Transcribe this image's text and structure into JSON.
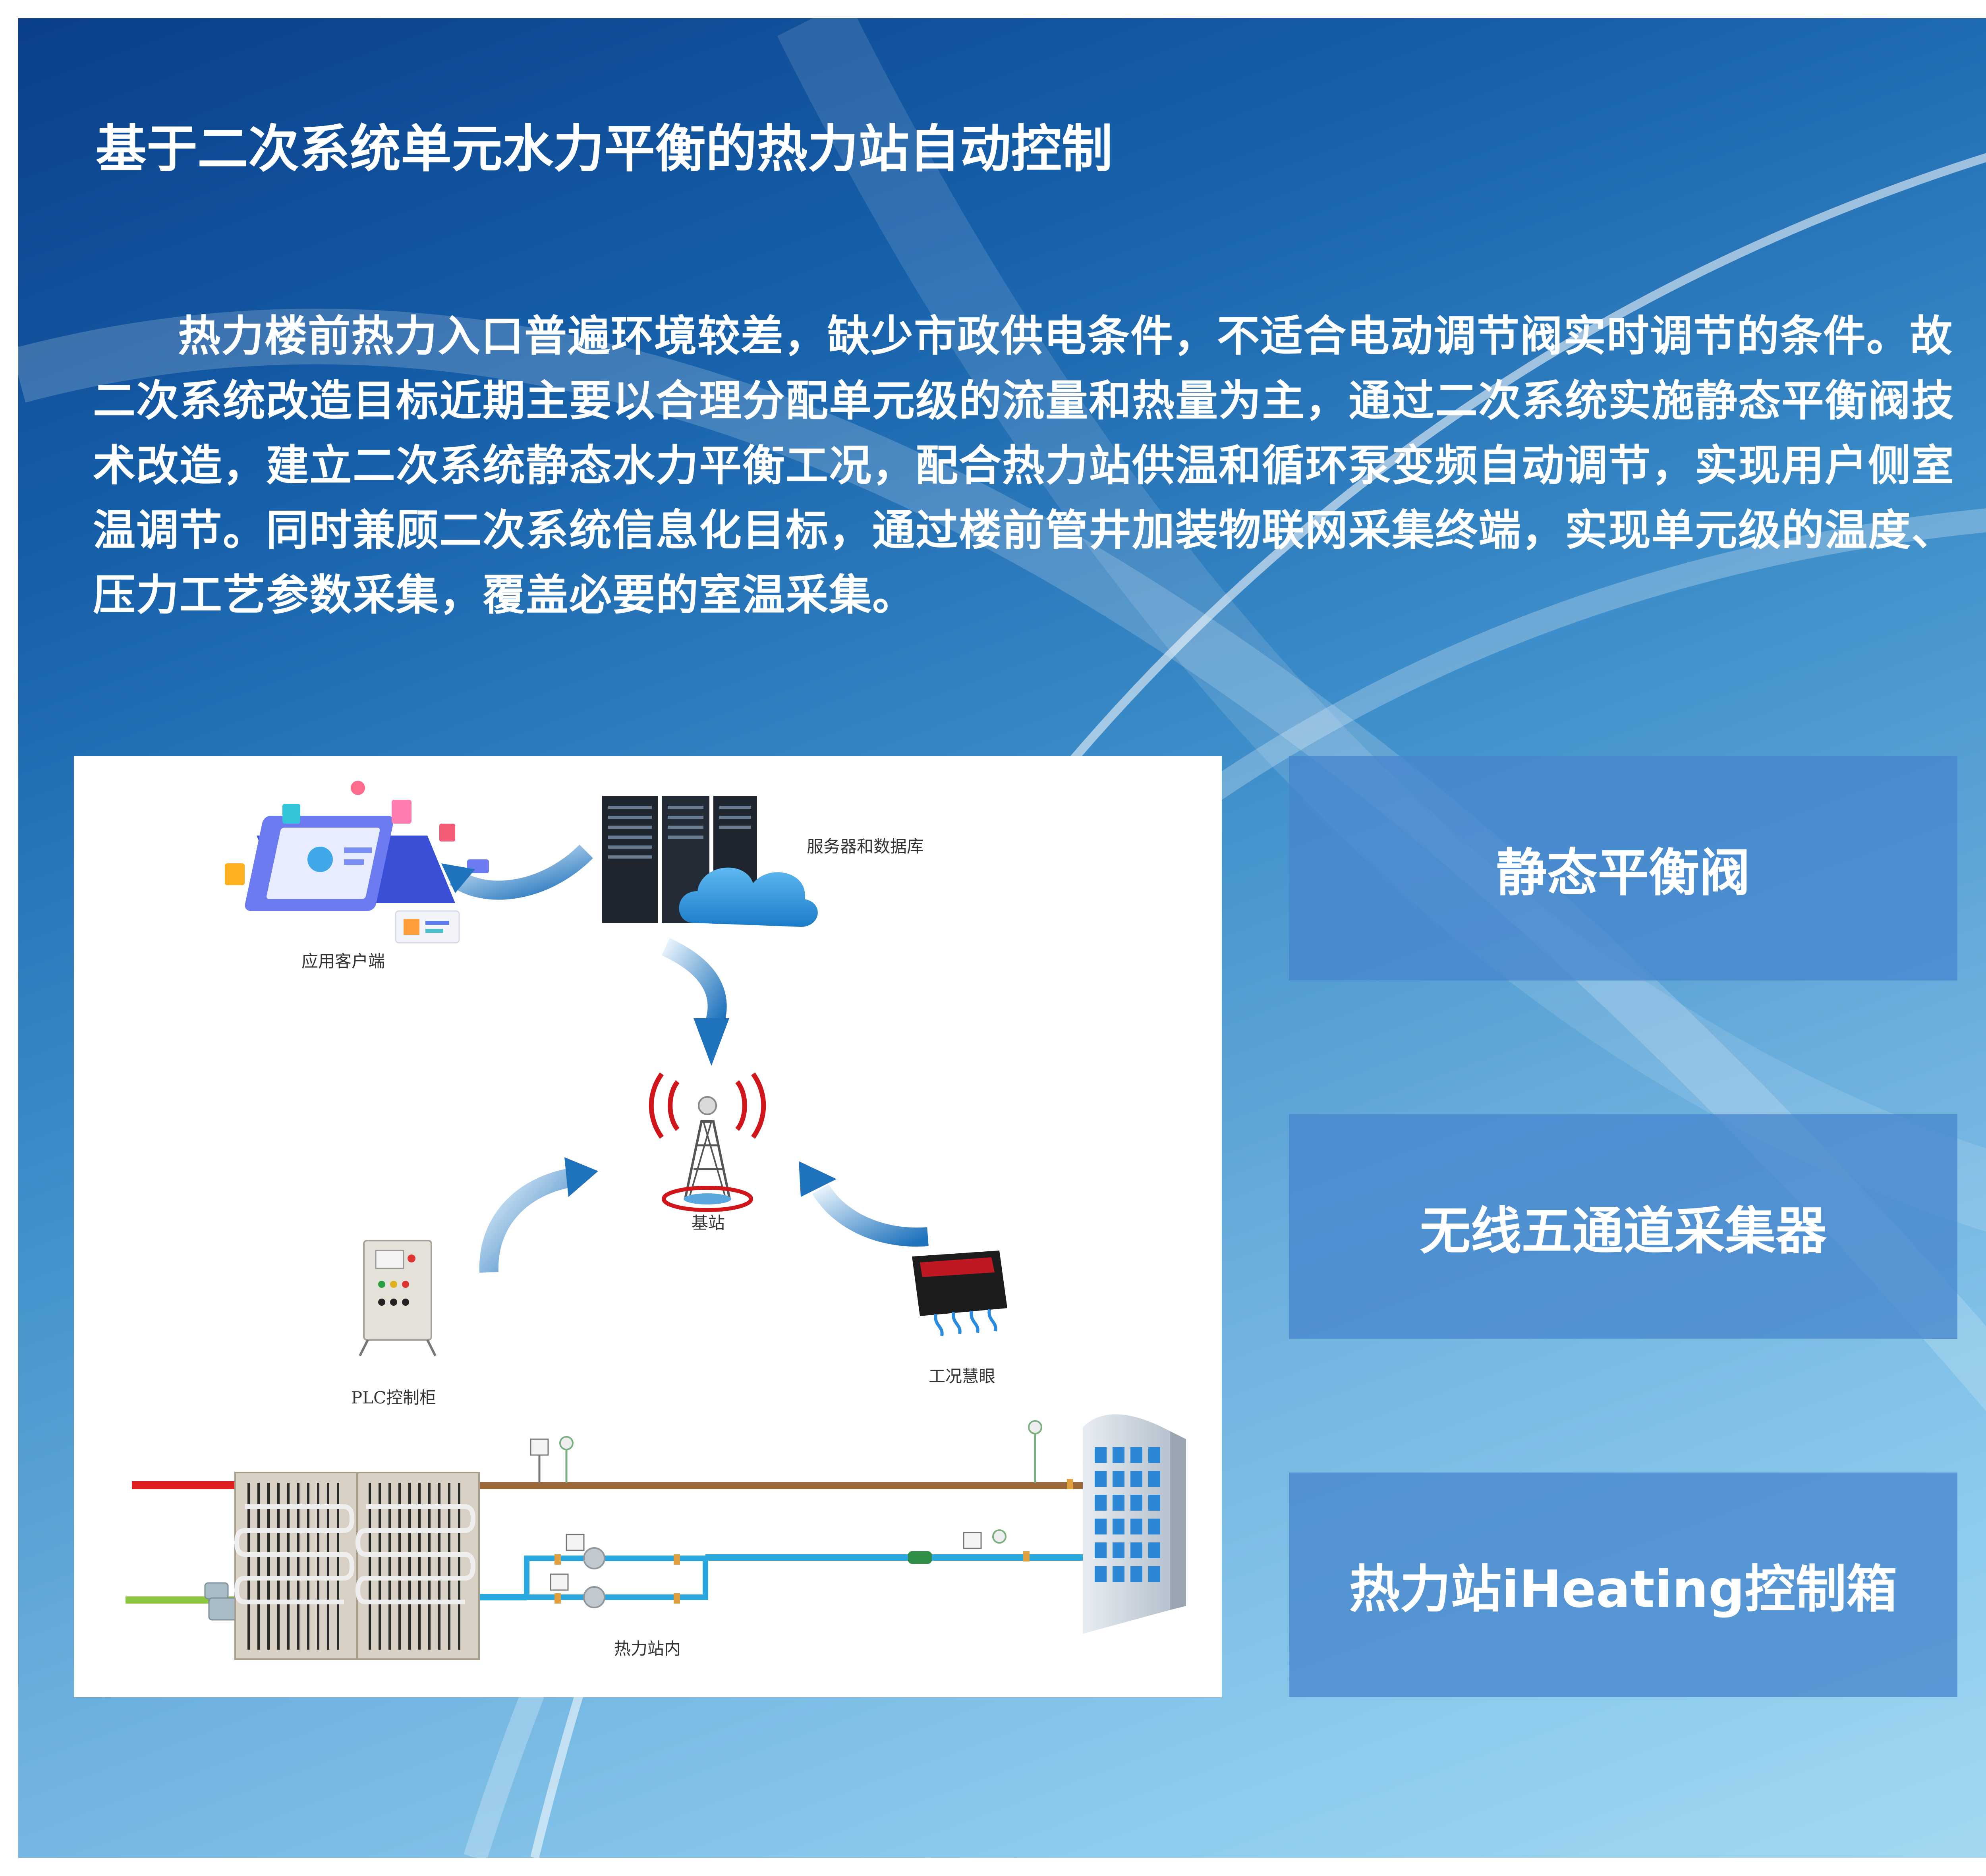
{
  "title": "基于二次系统单元水力平衡的热力站自动控制",
  "intro": "热力楼前热力入口普遍环境较差，缺少市政供电条件，不适合电动调节阀实时调节的条件。故二次系统改造目标近期主要以合理分配单元级的流量和热量为主，通过二次系统实施静态平衡阀技术改造，建立二次系统静态水力平衡工况，配合热力站供温和循环泵变频自动调节，实现用户侧室温调节。同时兼顾二次系统信息化目标，通过楼前管井加装物联网采集终端，实现单元级的温度、压力工艺参数采集，覆盖必要的室温采集。",
  "diagram": {
    "labels": {
      "server": "服务器和数据库",
      "client": "应用客户端",
      "base_station": "基站",
      "plc": "PLC控制柜",
      "sensor": "工况慧眼",
      "station": "热力站内"
    }
  },
  "feature_cards": [
    {
      "label": "静态平衡阀"
    },
    {
      "label": "无线五通道采集器"
    },
    {
      "label": "热力站iHeating控制箱"
    }
  ],
  "colors": {
    "background_dark": "#0b3f8a",
    "background_light": "#a5d8f2",
    "card": "#4687cd",
    "arrow": "#2e7fc4",
    "supply_pipe": "#e02020",
    "return_pipe": "#8dc63f",
    "pipe_brown": "#9c6a3a",
    "pipe_blue": "#29a8e0"
  }
}
